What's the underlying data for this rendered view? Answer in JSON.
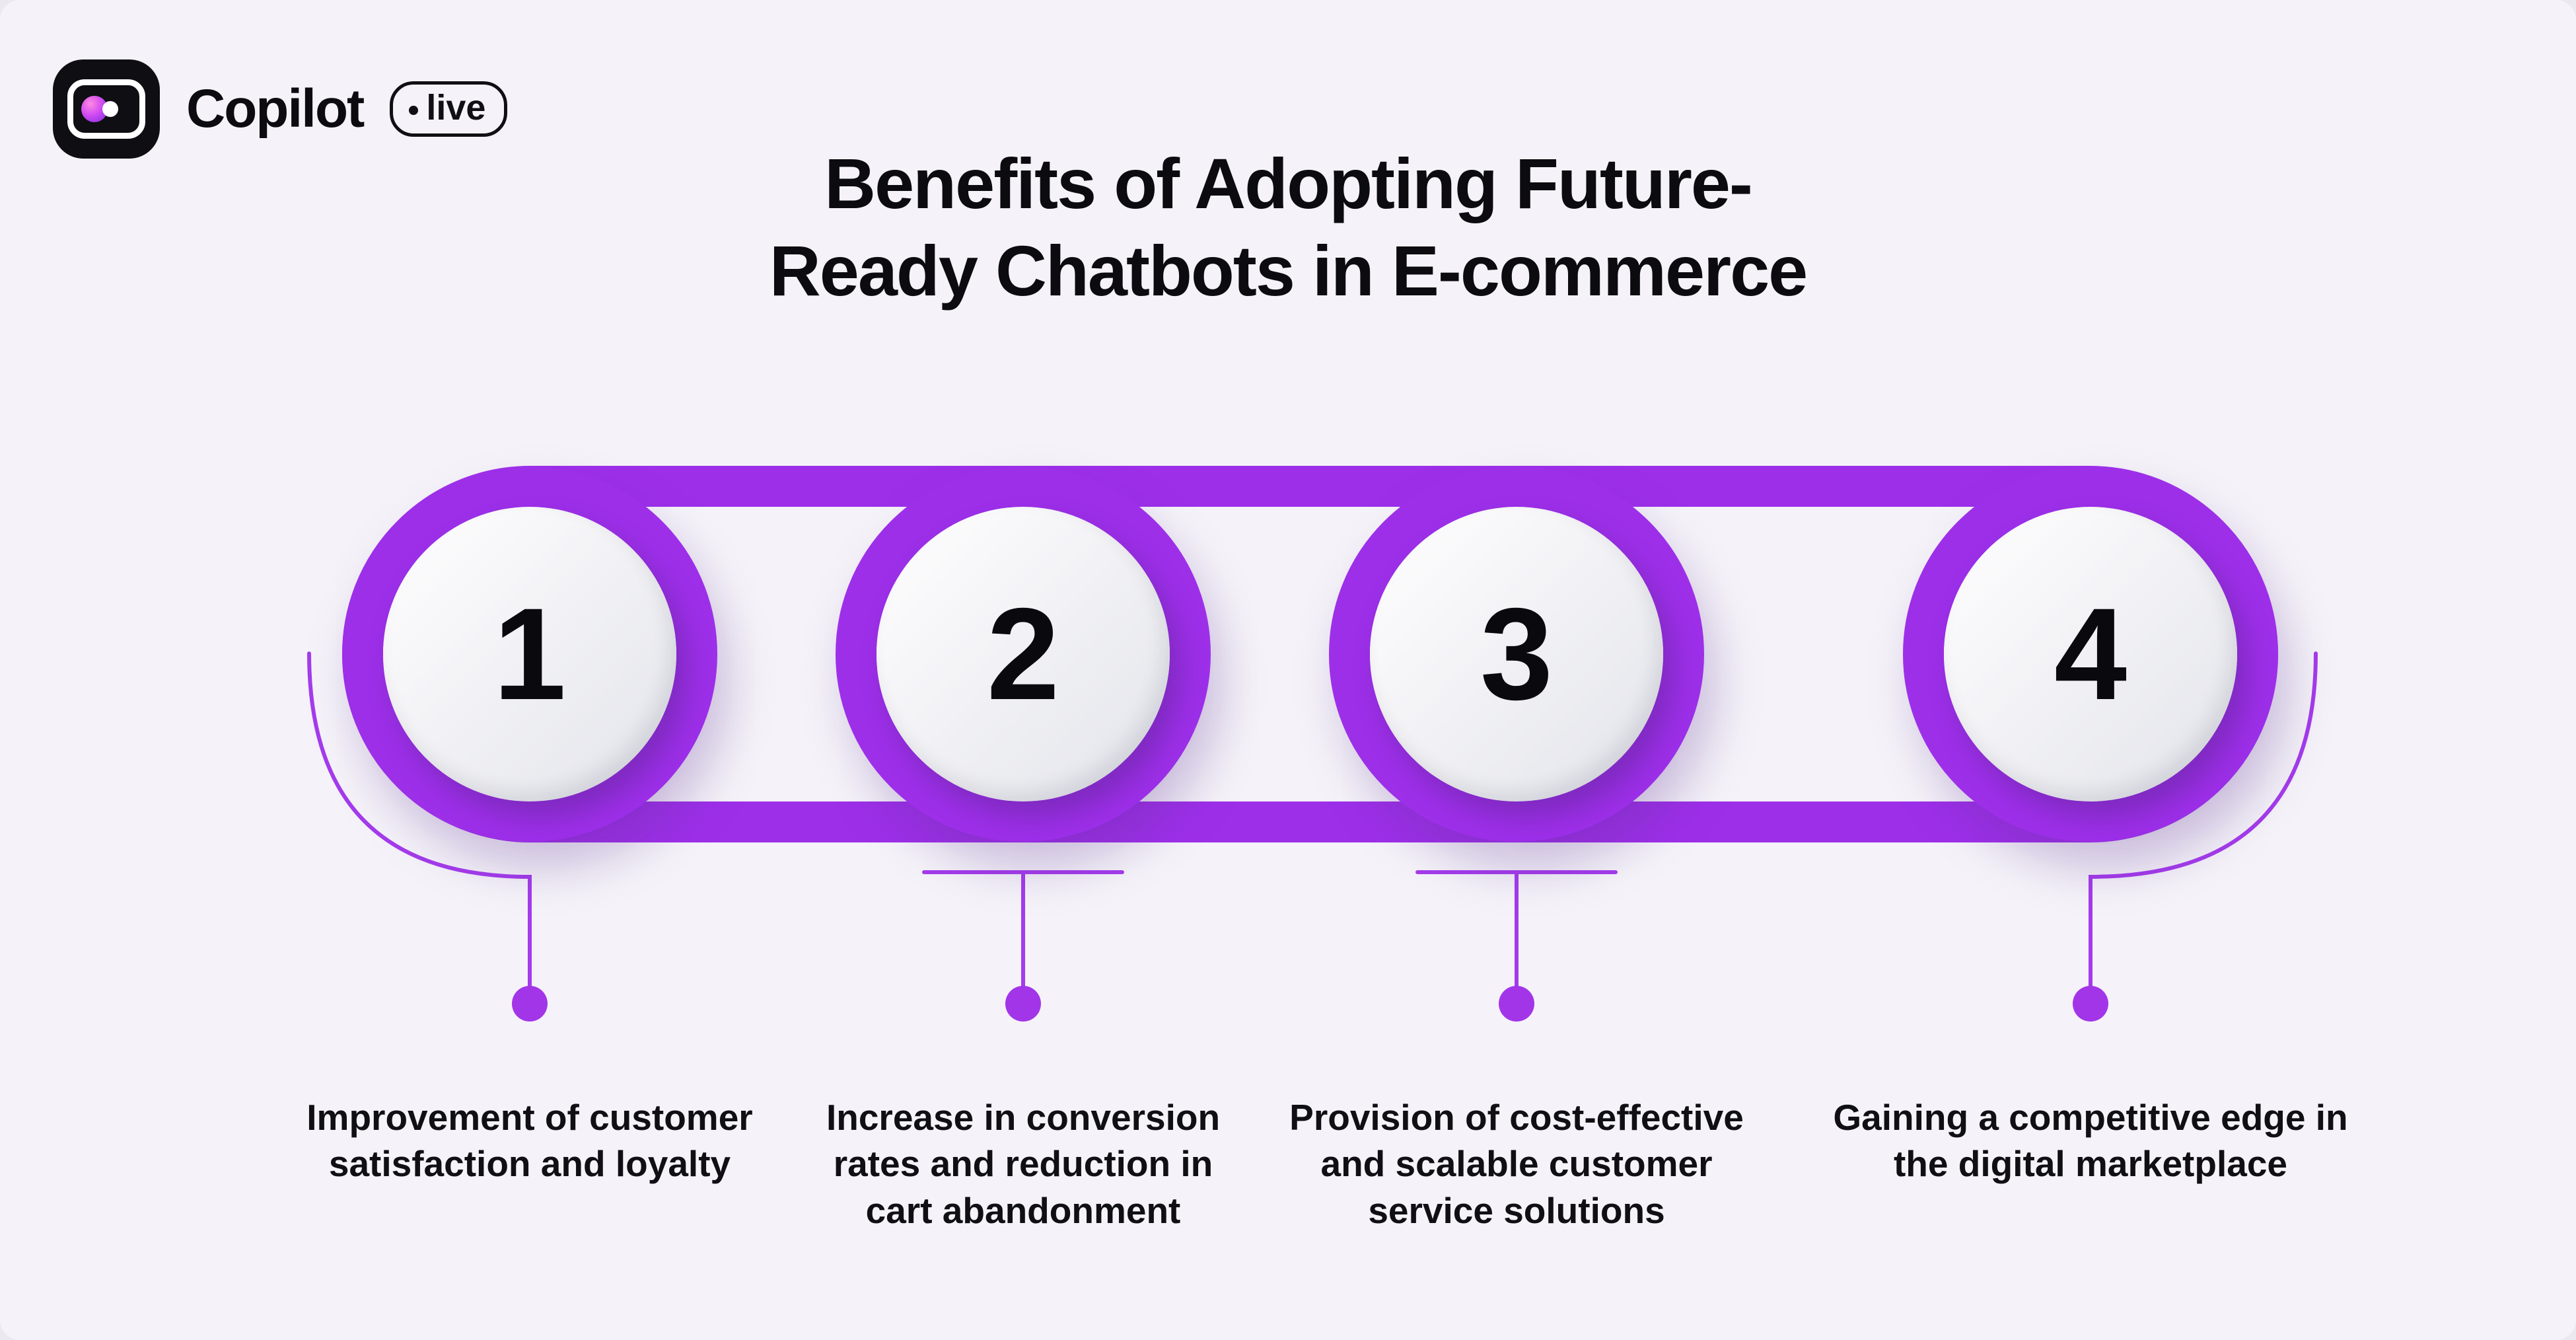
{
  "brand": {
    "name": "Copilot",
    "badge": "live"
  },
  "title": {
    "line1": "Benefits of Adopting Future-",
    "line2": "Ready Chatbots in E-commerce"
  },
  "steps": [
    {
      "number": "1",
      "label": "Improvement of customer satisfaction and loyalty"
    },
    {
      "number": "2",
      "label": "Increase in conversion rates and reduction in cart abandonment"
    },
    {
      "number": "3",
      "label": "Provision of cost-effective and scalable customer service solutions"
    },
    {
      "number": "4",
      "label": "Gaining a competitive edge in the digital marketplace"
    }
  ],
  "colors": {
    "accent": "#9D2FE9",
    "connector": "#A43BEC",
    "background": "#F5F3F9",
    "text": "#101014"
  }
}
